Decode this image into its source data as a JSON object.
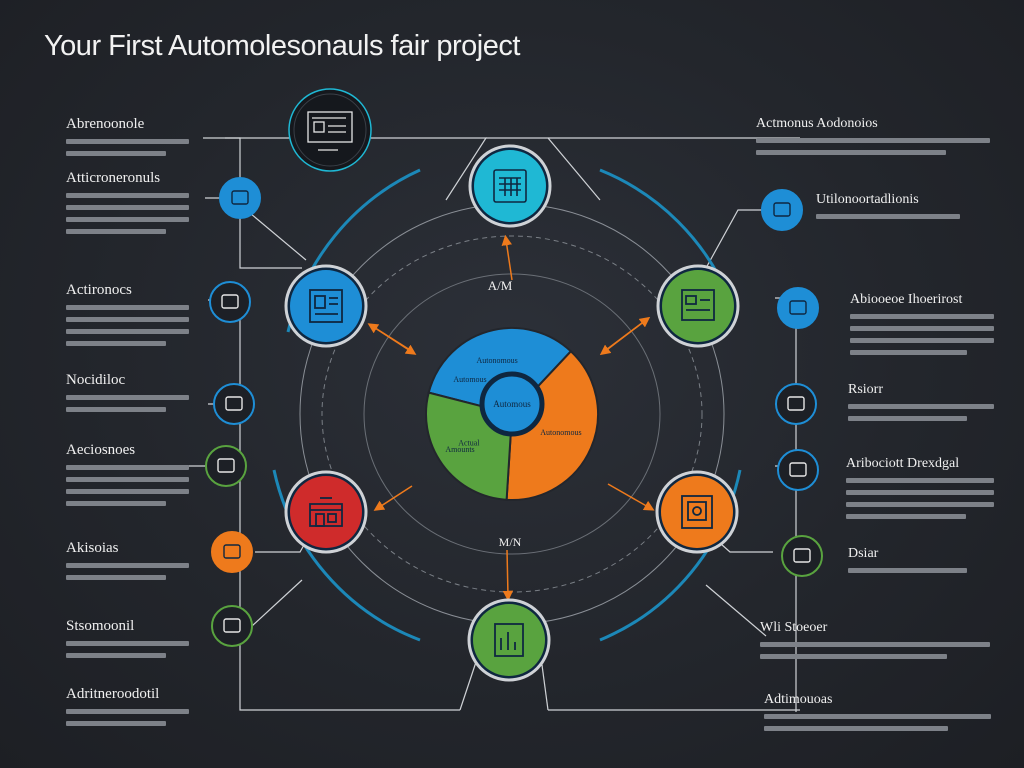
{
  "title": "Your First Automolesonauls fair project",
  "colors": {
    "blue": "#1e8ed6",
    "cyan": "#1fb8d4",
    "green": "#59a33f",
    "red": "#cf2b2b",
    "orange": "#ee7a1c",
    "ring": "#1c88b8",
    "navy": "#0f2740",
    "line": "#cfd2d6"
  },
  "diagram": {
    "top_label": "A/M",
    "bottom_label": "M/N",
    "hub_label": "Automous",
    "pie": [
      {
        "label": "Autonomous",
        "color": "#1e8ed6",
        "value": 33
      },
      {
        "label": "Autonomous",
        "color": "#ee7a1c",
        "value": 39
      },
      {
        "label": "Actual",
        "color": "#59a33f",
        "value": 28
      }
    ],
    "pie_extra_labels": [
      "Automous",
      "Amounts"
    ],
    "nodes": [
      {
        "name": "node-top",
        "icon": "calendar-board-icon",
        "color": "#1fb8d4"
      },
      {
        "name": "node-upper-right",
        "icon": "presentation-icon",
        "color": "#59a33f"
      },
      {
        "name": "node-lower-right",
        "icon": "document-gear-icon",
        "color": "#ee7a1c"
      },
      {
        "name": "node-bottom",
        "icon": "chart-board-icon",
        "color": "#59a33f"
      },
      {
        "name": "node-lower-left",
        "icon": "storefront-icon",
        "color": "#cf2b2b"
      },
      {
        "name": "node-upper-left",
        "icon": "blueprint-icon",
        "color": "#1e8ed6"
      }
    ]
  },
  "left_sections": [
    {
      "heading": "Abrenoonole",
      "icon": "blueprint-icon",
      "lines": 2
    },
    {
      "heading": "Atticroneronuls",
      "icon": "robot-icon",
      "lines": 4
    },
    {
      "heading": "Actironocs",
      "icon": "drone-icon",
      "lines": 4
    },
    {
      "heading": "Nocidiloc",
      "icon": "hand-gear-icon",
      "lines": 2
    },
    {
      "heading": "Aeciosnoes",
      "icon": "hand-coin-icon",
      "lines": 4
    },
    {
      "heading": "Akisoias",
      "icon": "briefcase-icon",
      "lines": 2
    },
    {
      "heading": "Stsomoonil",
      "icon": "phone-icon",
      "lines": 2
    },
    {
      "heading": "Adritneroodotil",
      "icon": "",
      "lines": 2
    }
  ],
  "right_sections": [
    {
      "heading": "Actmonus Aodonoios",
      "icon": "",
      "lines": 2
    },
    {
      "heading": "Utilonoortadlionis",
      "icon": "solar-panel-icon",
      "lines": 1
    },
    {
      "heading": "Abiooeoe Ihoerirost",
      "icon": "tablet-icon",
      "lines": 4
    },
    {
      "heading": "Rsiorr",
      "icon": "globe-icon",
      "lines": 2
    },
    {
      "heading": "Aribociott Drexdgal",
      "icon": "truck-icon",
      "lines": 4
    },
    {
      "heading": "Dsiar",
      "icon": "dollar-card-icon",
      "lines": 1
    },
    {
      "heading": "Wli Stoeoer",
      "icon": "",
      "lines": 2
    },
    {
      "heading": "Adtimouoas",
      "icon": "",
      "lines": 2
    }
  ]
}
